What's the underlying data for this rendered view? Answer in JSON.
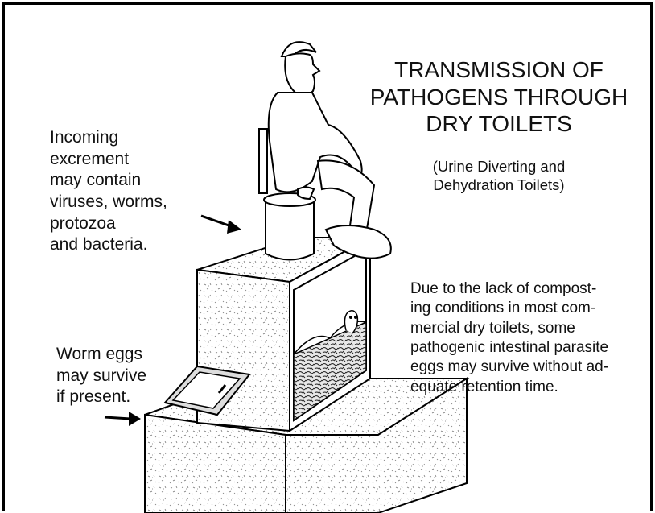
{
  "title": {
    "lines": [
      "TRANSMISSION OF",
      "PATHOGENS THROUGH",
      "DRY TOILETS"
    ]
  },
  "subtitle": {
    "lines": [
      "(Urine Diverting and",
      "Dehydration Toilets)"
    ]
  },
  "incoming_note": {
    "lines": [
      "Incoming",
      "excrement",
      "may contain",
      "viruses, worms,",
      "protozoa",
      "and bacteria."
    ]
  },
  "worm_note": {
    "lines": [
      "Worm eggs",
      "may survive",
      "if present."
    ]
  },
  "composting_note": {
    "lines": [
      "Due to the lack of compost-",
      "ing conditions in most com-",
      "mercial dry toilets, some",
      "pathogenic intestinal parasite",
      "eggs may survive without ad-",
      "equate retention time."
    ]
  },
  "colors": {
    "ink": "#111111",
    "paper": "#ffffff",
    "speckle": "#888888"
  },
  "icons": [
    "arrow-right-icon",
    "seated-man-illustration",
    "dry-toilet-illustration"
  ]
}
